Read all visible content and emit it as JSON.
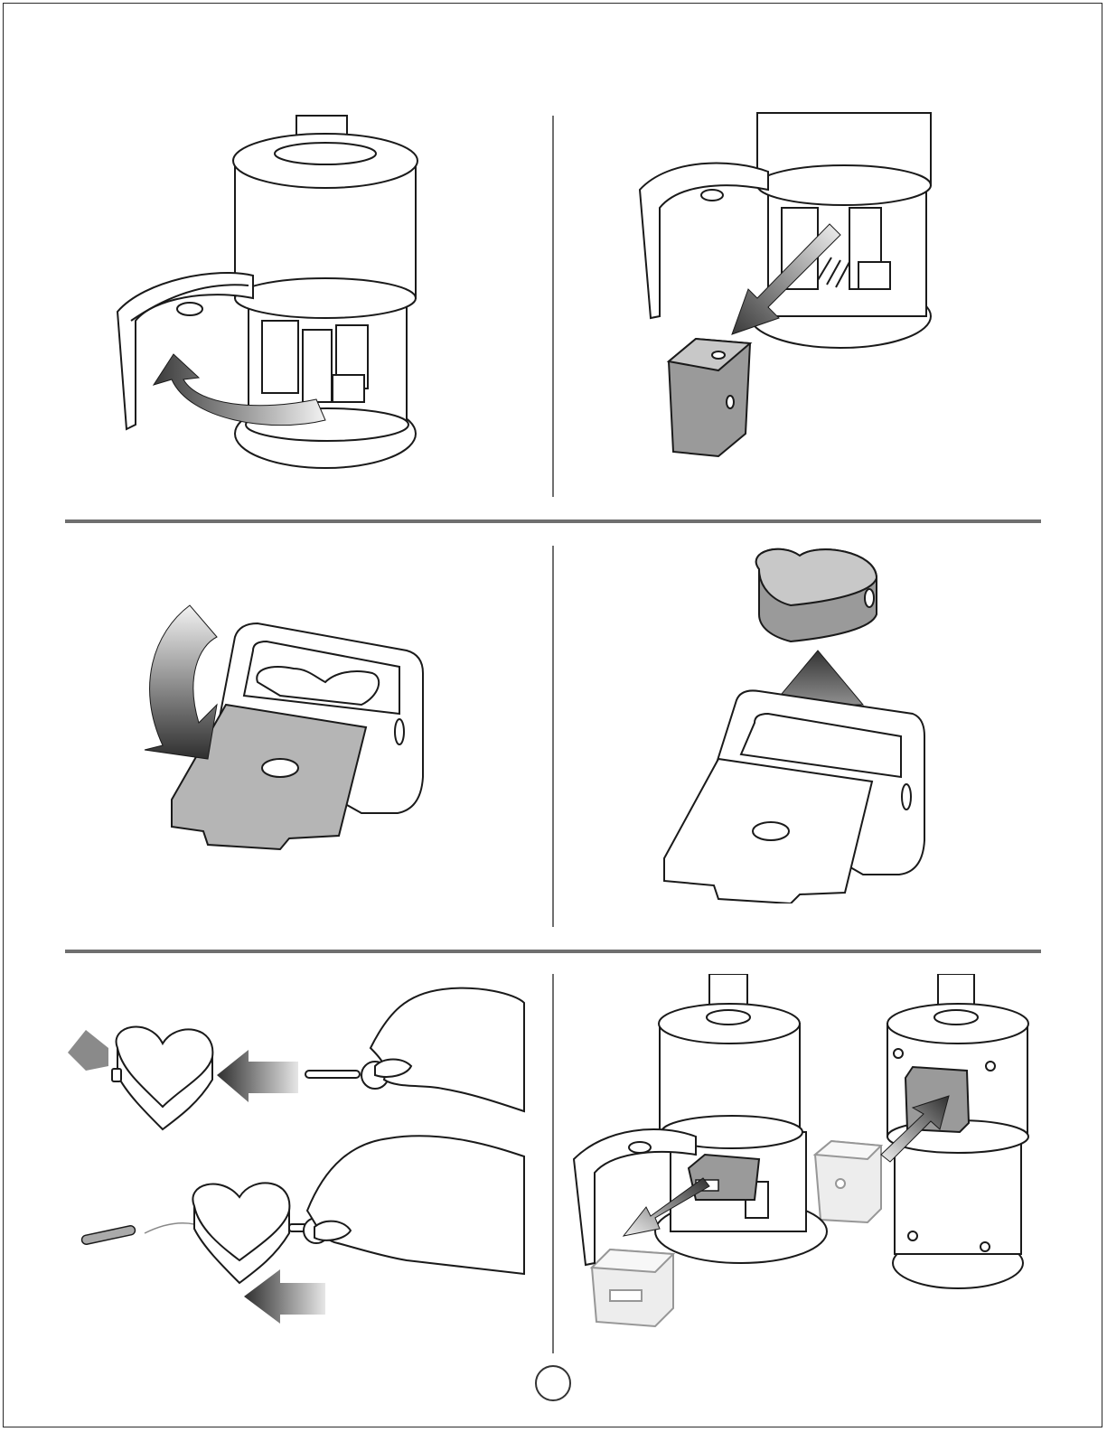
{
  "document": {
    "type": "instruction-sheet",
    "page_number": "",
    "panels": [
      {
        "id": "step-1",
        "depiction": "open-housing-door"
      },
      {
        "id": "step-2",
        "depiction": "remove-mold-cartridge"
      },
      {
        "id": "step-3",
        "depiction": "open-cartridge-lid"
      },
      {
        "id": "step-4",
        "depiction": "lift-out-heart-soap"
      },
      {
        "id": "step-5",
        "depiction": "push-out-pin-with-tool"
      },
      {
        "id": "step-6",
        "depiction": "reinsert-cartridge"
      }
    ]
  },
  "colors": {
    "line": "#1a1a1a",
    "divider": "#6f6f6f",
    "gray_fill": "#bdbdbd",
    "dark_fill": "#8a8a8a",
    "arrow_dark": "#444444",
    "arrow_light": "#e6e6e6"
  },
  "icons": [
    "curved-arrow-icon",
    "straight-arrow-icon",
    "heart-icon",
    "tool-icon",
    "hand-icon",
    "pin-icon"
  ]
}
